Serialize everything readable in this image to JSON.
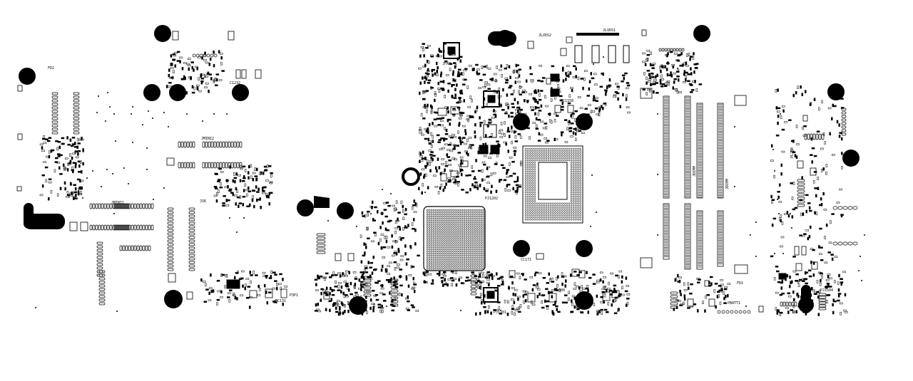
{
  "board": {
    "background": "#ffffff",
    "ink": "#000000",
    "labels": {
      "fd2": "FD2",
      "c1232": "C1232",
      "jmini2": "JMINI2",
      "jmini1": "JMINI1",
      "js6": "JS6",
      "jfan": "JFAN",
      "jlvds2": "JLVDS2",
      "jlvds1": "JLVDS1",
      "pc1158": "PC1158",
      "cc171": "CC171",
      "jdimm_a": "JDIMM",
      "jdimm_b": "JDIMM",
      "fd1": "FD1",
      "pbatt1": "PBATT1",
      "pj1504": "PJ1504",
      "pl500": "PL500",
      "pl200": "PL200",
      "pj1201": "PJ1201",
      "pj1202": "PJ1202",
      "p3p1": "P3P1",
      "pc131": "PC131"
    }
  }
}
